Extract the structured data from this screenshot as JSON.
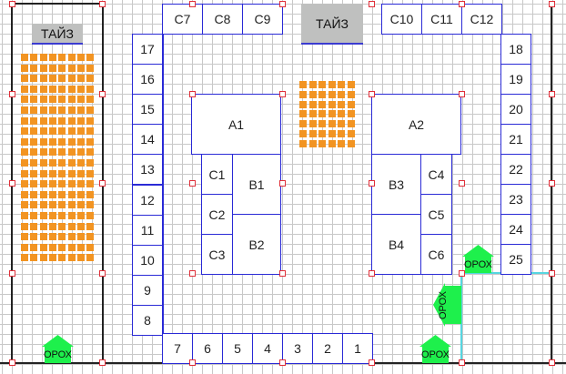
{
  "stages": [
    {
      "id": "stage-left",
      "label": "ТАЙЗ"
    },
    {
      "id": "stage-center",
      "label": "ТАЙЗ"
    }
  ],
  "exits": [
    {
      "id": "exit-bottom-left",
      "label": "ОРОХ",
      "direction": "up"
    },
    {
      "id": "exit-right-top",
      "label": "ОРОХ",
      "direction": "up"
    },
    {
      "id": "exit-right-middle",
      "label": "ОРОХ",
      "direction": "left"
    },
    {
      "id": "exit-right-bottom",
      "label": "ОРОХ",
      "direction": "up"
    }
  ],
  "booths": {
    "top_left_row": [
      "C7",
      "C8",
      "C9"
    ],
    "top_right_row": [
      "C10",
      "C11",
      "C12"
    ],
    "left_column": [
      "17",
      "16",
      "15",
      "14",
      "13",
      "12",
      "11",
      "10",
      "9",
      "8"
    ],
    "right_column": [
      "18",
      "19",
      "20",
      "21",
      "22",
      "23",
      "24",
      "25"
    ],
    "bottom_row": [
      "7",
      "6",
      "5",
      "4",
      "3",
      "2",
      "1"
    ],
    "block_left": {
      "large": "A1",
      "small": [
        "C1",
        "C2",
        "C3"
      ],
      "medium": [
        "B1",
        "B2"
      ]
    },
    "block_right": {
      "large": "A2",
      "small": [
        "C4",
        "C5",
        "C6"
      ],
      "medium": [
        "B3",
        "B4"
      ]
    }
  },
  "seating": {
    "left_grid": {
      "columns": 8,
      "rows": 20
    },
    "center_grid": {
      "columns": 6,
      "rows": 7
    }
  },
  "colors": {
    "booth_border": "#2a2ad6",
    "seat": "#f29422",
    "stage": "#bfc0bf",
    "exit": "#1ef04c",
    "handle": "#e0303a",
    "corridor": "#56d6e0"
  }
}
